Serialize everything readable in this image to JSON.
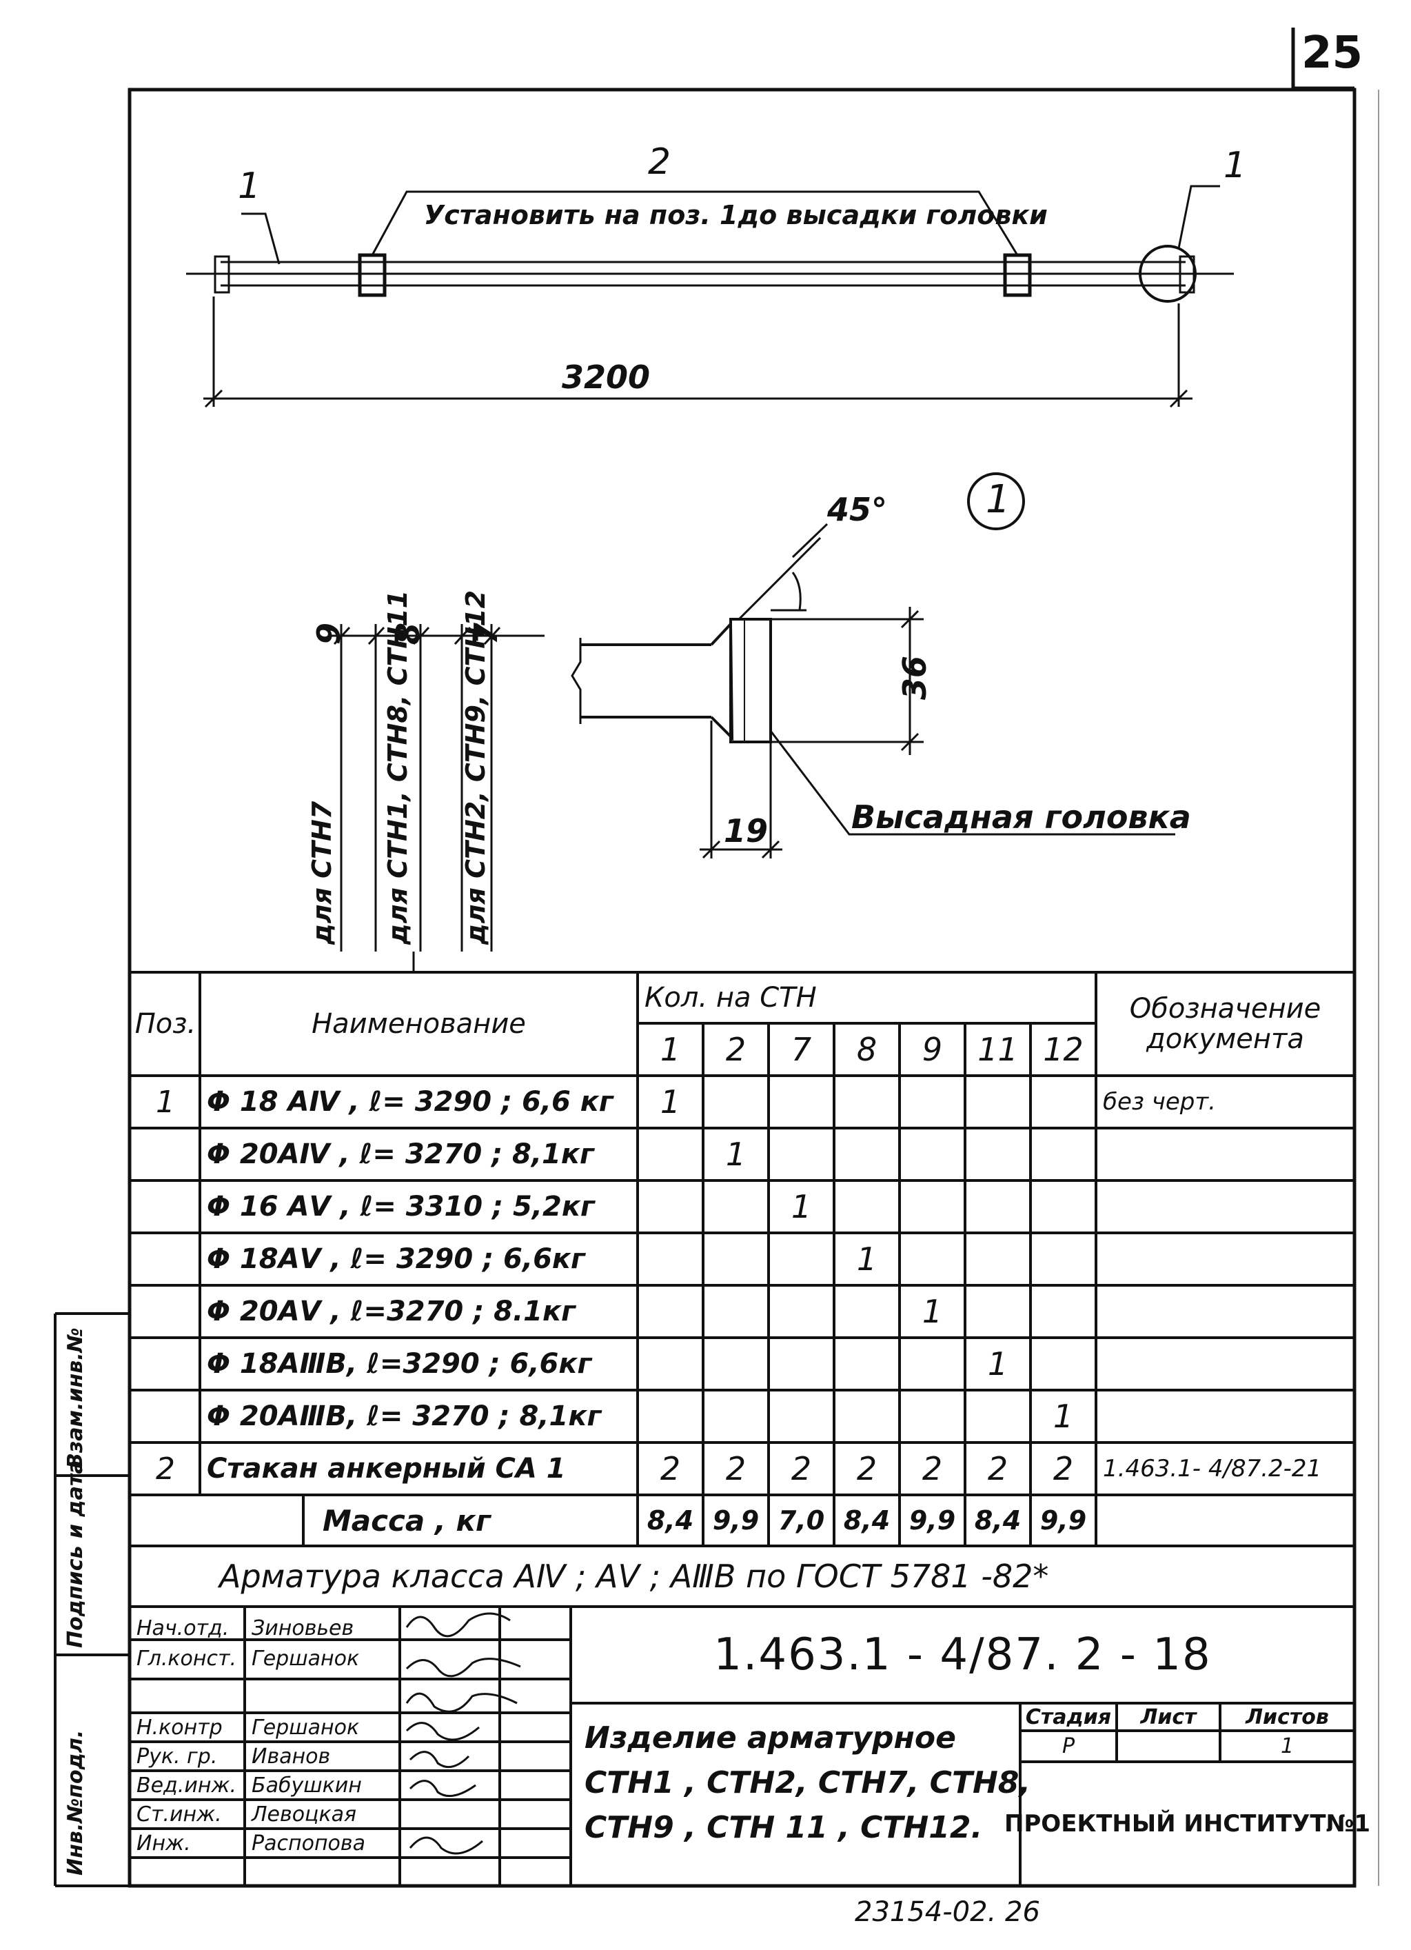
{
  "page_number": "25",
  "drawing": {
    "pos_left": "1",
    "pos_center": "2",
    "pos_right": "1",
    "install_note": "Установить на поз. 1до высадки головки",
    "length": "3200",
    "detail_marker": "1",
    "angle": "45°",
    "head_dia": "36",
    "head_len": "19",
    "head_label": "Высадная головка",
    "dim_a": "9",
    "dim_b": "8",
    "dim_c": "7",
    "for_a": "для СТН7",
    "for_b": "для СТН1, СТН8, СТН11",
    "for_c": "для СТН2, СТН9, СТН12"
  },
  "table": {
    "h_pos": "Поз.",
    "h_name": "Наименование",
    "h_qty": "Кол. на СТН",
    "h_doc": "Обозначение документа",
    "cols": [
      "1",
      "2",
      "7",
      "8",
      "9",
      "11",
      "12"
    ],
    "rows": [
      {
        "pos": "1",
        "name": "Φ 18 AⅣ , ℓ= 3290 ;  6,6 кг",
        "q": [
          "1",
          "",
          "",
          "",
          "",
          "",
          ""
        ],
        "doc": "без черт."
      },
      {
        "pos": "",
        "name": "Φ 20AⅣ , ℓ= 3270 ;  8,1кг",
        "q": [
          "",
          "1",
          "",
          "",
          "",
          "",
          ""
        ],
        "doc": ""
      },
      {
        "pos": "",
        "name": "Φ 16 AⅤ , ℓ= 3310 ;  5,2кг",
        "q": [
          "",
          "",
          "1",
          "",
          "",
          "",
          ""
        ],
        "doc": ""
      },
      {
        "pos": "",
        "name": "Φ 18AⅤ , ℓ= 3290 ;  6,6кг",
        "q": [
          "",
          "",
          "",
          "1",
          "",
          "",
          ""
        ],
        "doc": ""
      },
      {
        "pos": "",
        "name": "Φ 20AⅤ , ℓ=3270 ;  8.1кг",
        "q": [
          "",
          "",
          "",
          "",
          "1",
          "",
          ""
        ],
        "doc": ""
      },
      {
        "pos": "",
        "name": "Φ 18AⅢB, ℓ=3290 ;  6,6кг",
        "q": [
          "",
          "",
          "",
          "",
          "",
          "1",
          ""
        ],
        "doc": ""
      },
      {
        "pos": "",
        "name": "Φ 20AⅢB, ℓ= 3270 ;  8,1кг",
        "q": [
          "",
          "",
          "",
          "",
          "",
          "",
          "1"
        ],
        "doc": ""
      },
      {
        "pos": "2",
        "name": "Стакан анкерный  СА 1",
        "q": [
          "2",
          "2",
          "2",
          "2",
          "2",
          "2",
          "2"
        ],
        "doc": "1.463.1- 4/87.2-21"
      }
    ],
    "mass_label": "Масса  ,  кг",
    "mass": [
      "8,4",
      "9,9",
      "7,0",
      "8,4",
      "9,9",
      "8,4",
      "9,9"
    ],
    "note": "Арматура  класса  AⅣ ; AⅤ ; AⅢB  по  ГОСТ 5781 -82*"
  },
  "title_block": {
    "designation": "1.463.1 - 4/87. 2 - 18",
    "title_line1": "Изделие  арматурное",
    "title_line2": "СТН1 , СТН2, СТН7, СТН8,",
    "title_line3": "СТН9 , СТН 11 , СТН12.",
    "stage_h": "Стадия",
    "sheet_h": "Лист",
    "sheets_h": "Листов",
    "stage": "Р",
    "sheet": "",
    "sheets": "1",
    "org": "ПРОЕКТНЫЙ ИНСТИТУТ№1",
    "roles": [
      "Нач.отд.",
      "Гл.конст.",
      "Н.контр",
      "Рук. гр.",
      "Вед.инж.",
      "Ст.инж.",
      "Инж."
    ],
    "names": [
      "Зиновьев",
      "Гершанок",
      "Гершанок",
      "Иванов",
      "Бабушкин",
      "Левоцкая",
      "Распопова"
    ],
    "side_labels": [
      "Инв.№подл.",
      "Подпись и дата",
      "Взам.инв.№"
    ],
    "bottom_number": "23154-02.  26"
  }
}
